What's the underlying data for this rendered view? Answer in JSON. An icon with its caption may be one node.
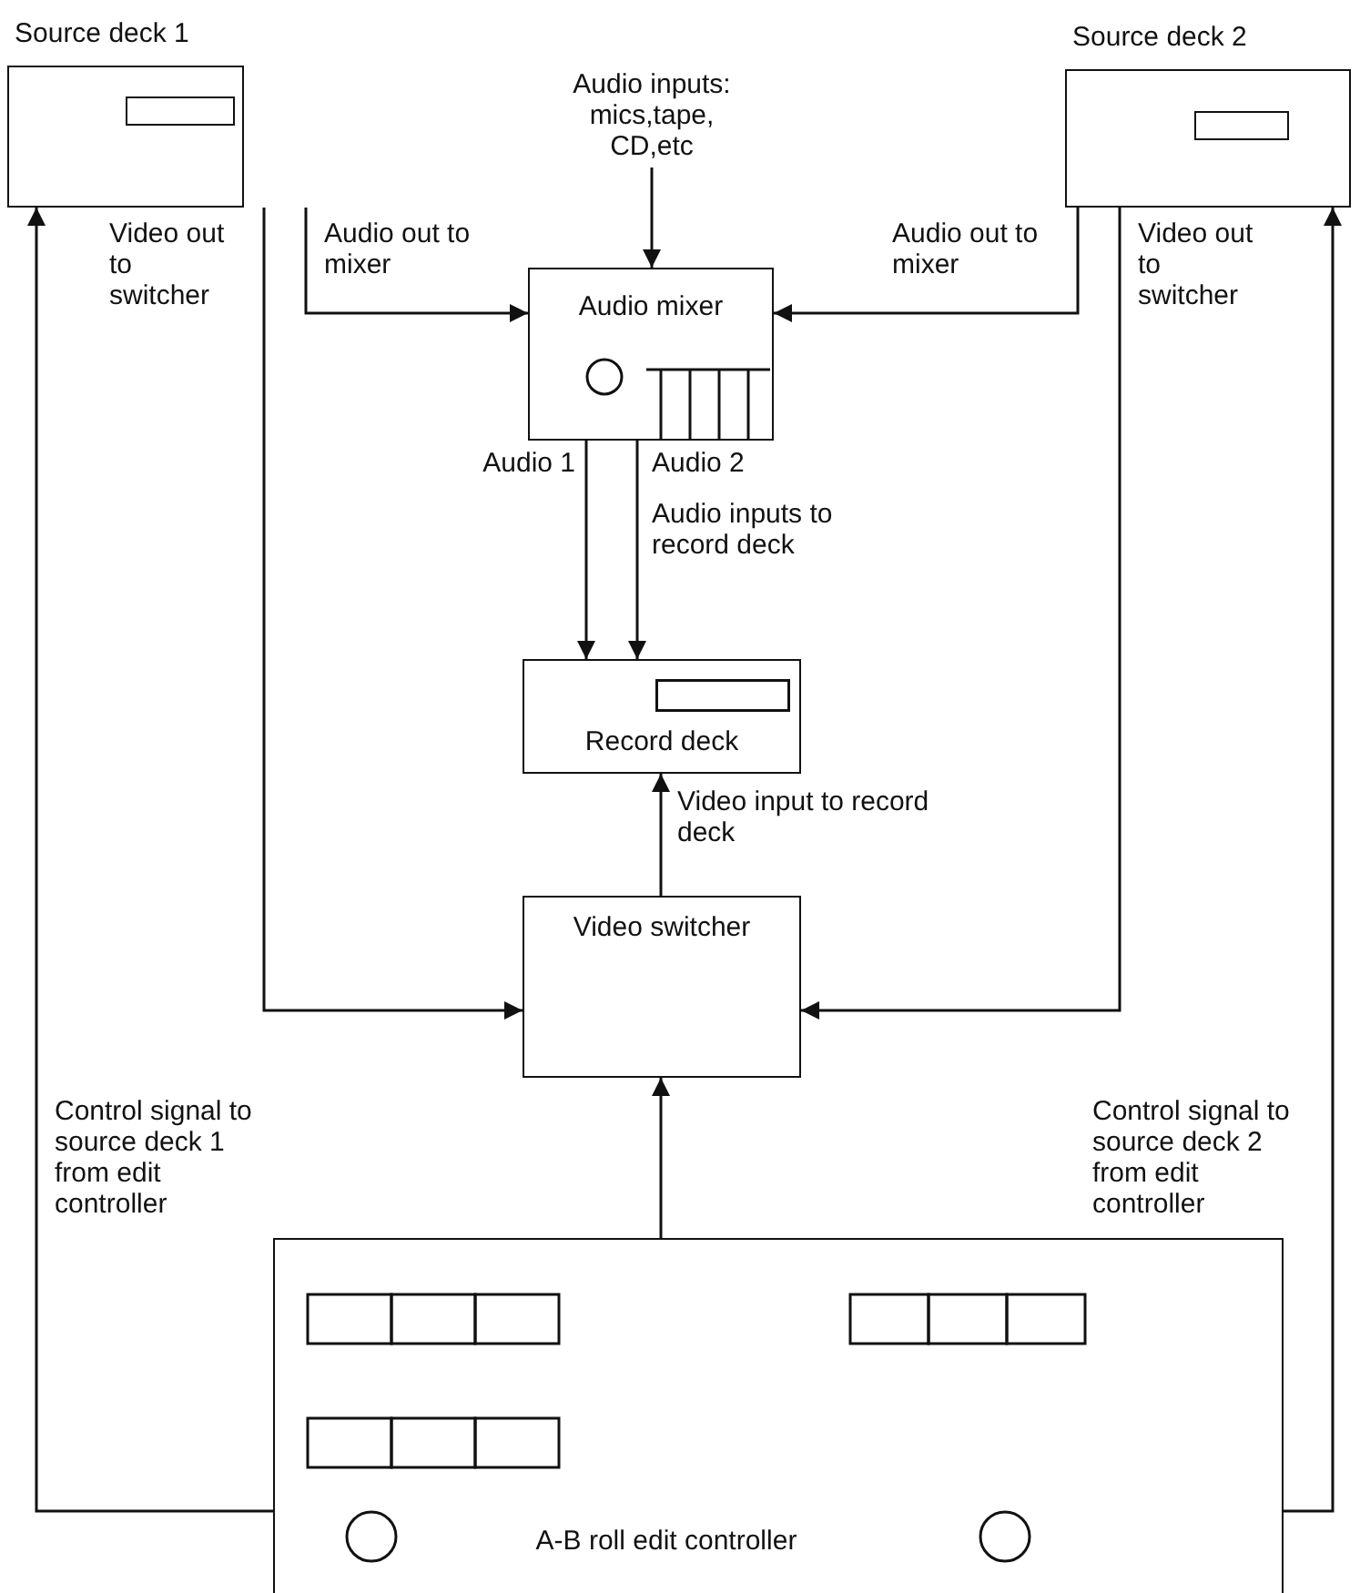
{
  "diagram": {
    "nodes": [
      {
        "text": [
          "Source deck 1"
        ]
      },
      {
        "text": [
          "Source deck 2"
        ]
      },
      {
        "text": [
          "Audio inputs: mics,tape, CD,etc"
        ]
      },
      {
        "text": [
          "Audio mixer"
        ]
      },
      {
        "text": [
          "Record deck"
        ]
      },
      {
        "text": [
          "Video switcher"
        ]
      },
      {
        "text": [
          "A-B roll edit controller"
        ]
      }
    ],
    "edges": [
      {
        "from": 0,
        "to": 3,
        "arrow": "to",
        "label": "Audio out to mixer"
      },
      {
        "from": 0,
        "to": 5,
        "arrow": "to",
        "label": "Video out to switcher"
      },
      {
        "from": 2,
        "to": 3,
        "arrow": "to"
      },
      {
        "from": 1,
        "to": 3,
        "arrow": "to",
        "label": "Audio out to mixer"
      },
      {
        "from": 1,
        "to": 5,
        "arrow": "to",
        "label": "Video out to switcher"
      },
      {
        "from": 3,
        "to": 4,
        "arrow": "to",
        "label": "Audio 1"
      },
      {
        "from": 3,
        "to": 4,
        "arrow": "to",
        "label": "Audio 2"
      },
      {
        "from": 5,
        "to": 4,
        "arrow": "to",
        "label": "Video input to record deck"
      },
      {
        "from": 6,
        "to": 5,
        "arrow": "to"
      },
      {
        "from": 6,
        "to": 0,
        "arrow": "to",
        "label": "Control signal to source deck 1 from edit controller"
      },
      {
        "from": 6,
        "to": 1,
        "arrow": "to",
        "label": "Control signal to source deck 2 from edit controller"
      }
    ],
    "labels": [
      "Audio inputs to record deck"
    ]
  }
}
